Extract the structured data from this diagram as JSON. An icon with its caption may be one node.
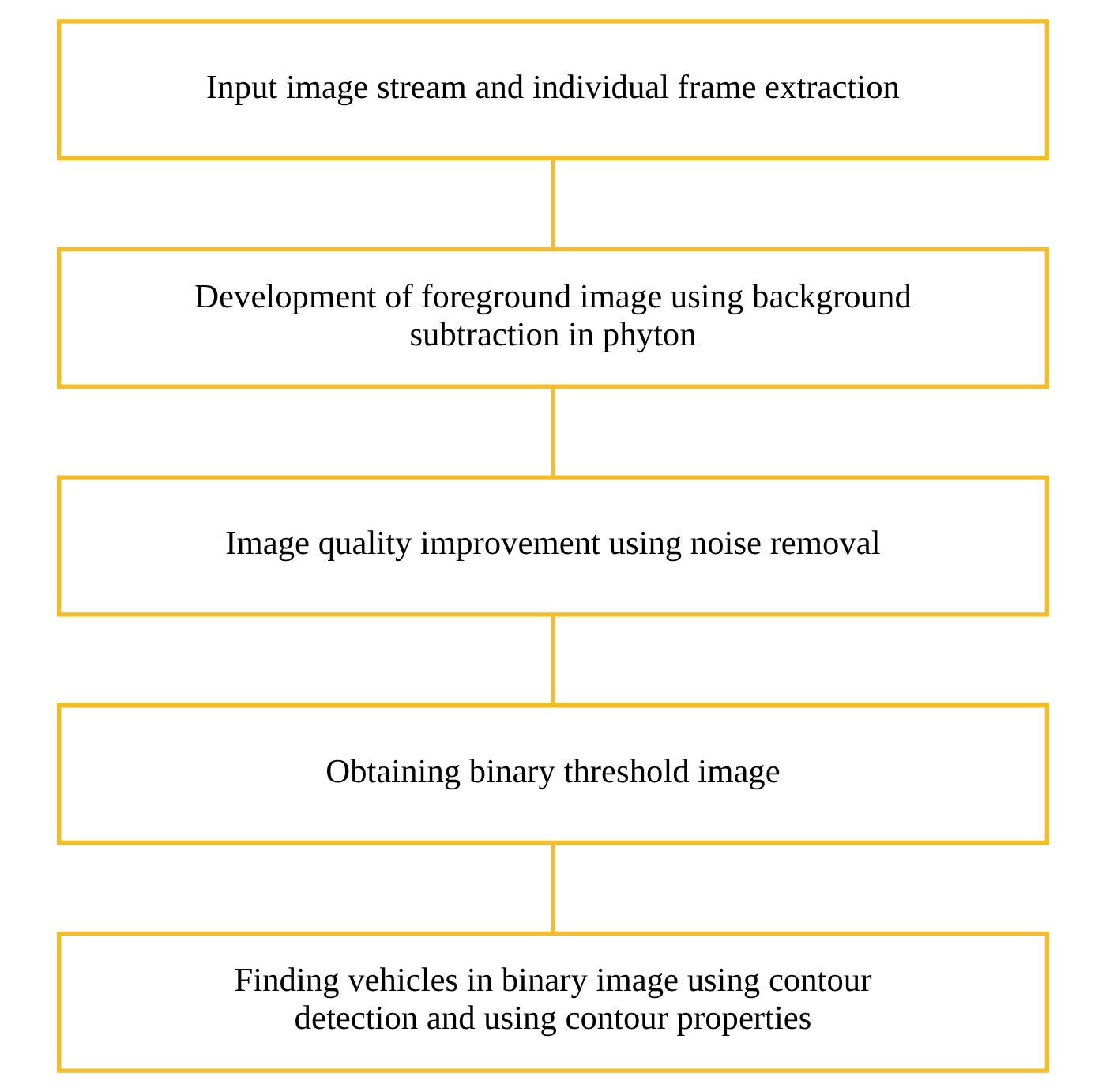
{
  "diagram": {
    "nodes": [
      {
        "text": [
          "Input image stream and individual frame extraction"
        ]
      },
      {
        "text": [
          "Development of foreground image using background subtraction in phyton"
        ]
      },
      {
        "text": [
          "Image quality improvement using noise removal"
        ]
      },
      {
        "text": [
          "Obtaining binary threshold image"
        ]
      },
      {
        "text": [
          "Finding vehicles in binary image using contour detection and using contour properties"
        ]
      }
    ],
    "edges": [
      {
        "from": 0,
        "to": 1,
        "arrow": "none"
      },
      {
        "from": 1,
        "to": 2,
        "arrow": "none"
      },
      {
        "from": 2,
        "to": 3,
        "arrow": "none"
      },
      {
        "from": 3,
        "to": 4,
        "arrow": "none"
      }
    ]
  }
}
